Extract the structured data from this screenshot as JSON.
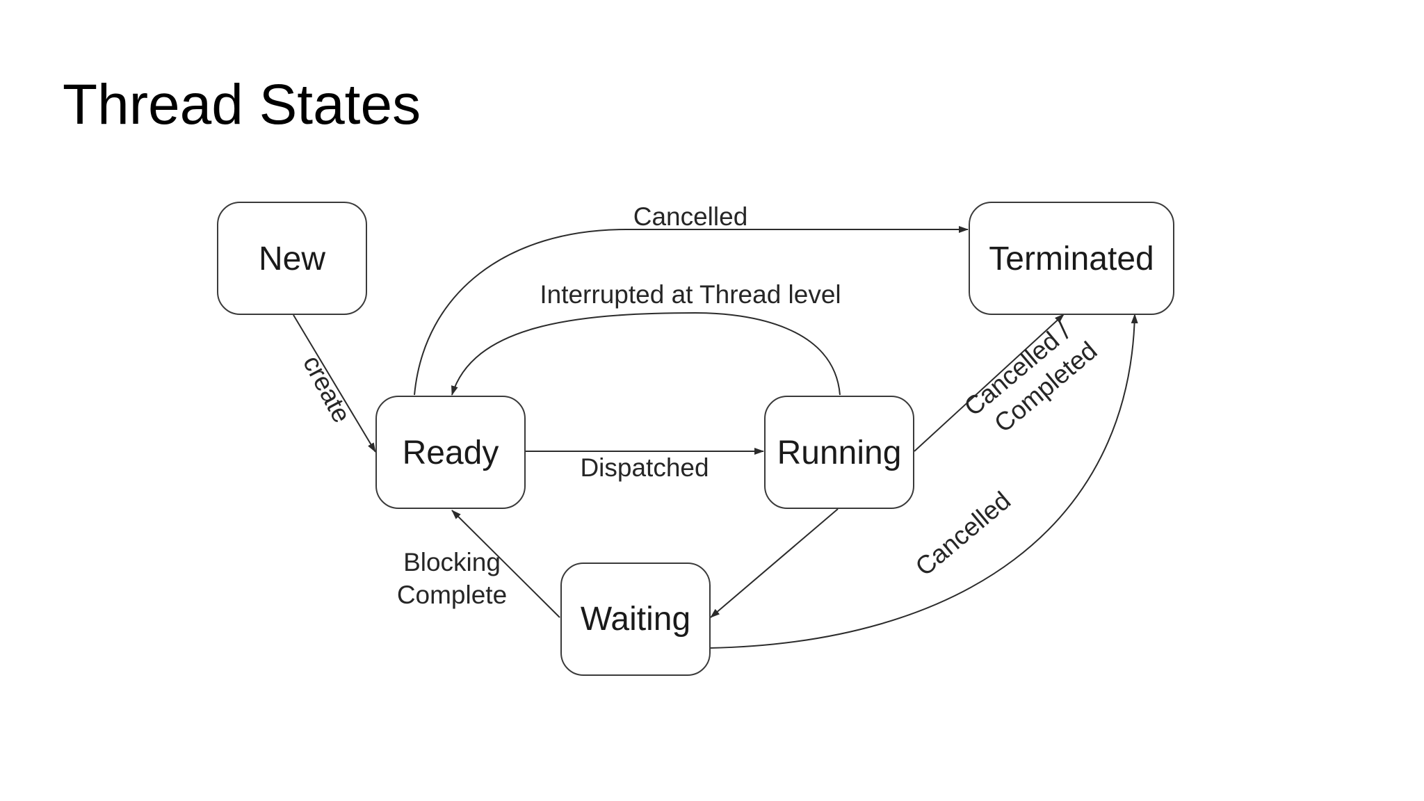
{
  "slide": {
    "title": "Thread States"
  },
  "states": {
    "new": "New",
    "ready": "Ready",
    "running": "Running",
    "waiting": "Waiting",
    "terminated": "Terminated"
  },
  "transitions": {
    "create": "create",
    "cancelled_top": "Cancelled",
    "interrupted": "Interrupted at Thread level",
    "dispatched": "Dispatched",
    "cancelled_completed_line1": "Cancelled /",
    "cancelled_completed_line2": "Completed",
    "blocking_complete_line1": "Blocking",
    "blocking_complete_line2": "Complete",
    "cancelled_waiting": "Cancelled"
  }
}
